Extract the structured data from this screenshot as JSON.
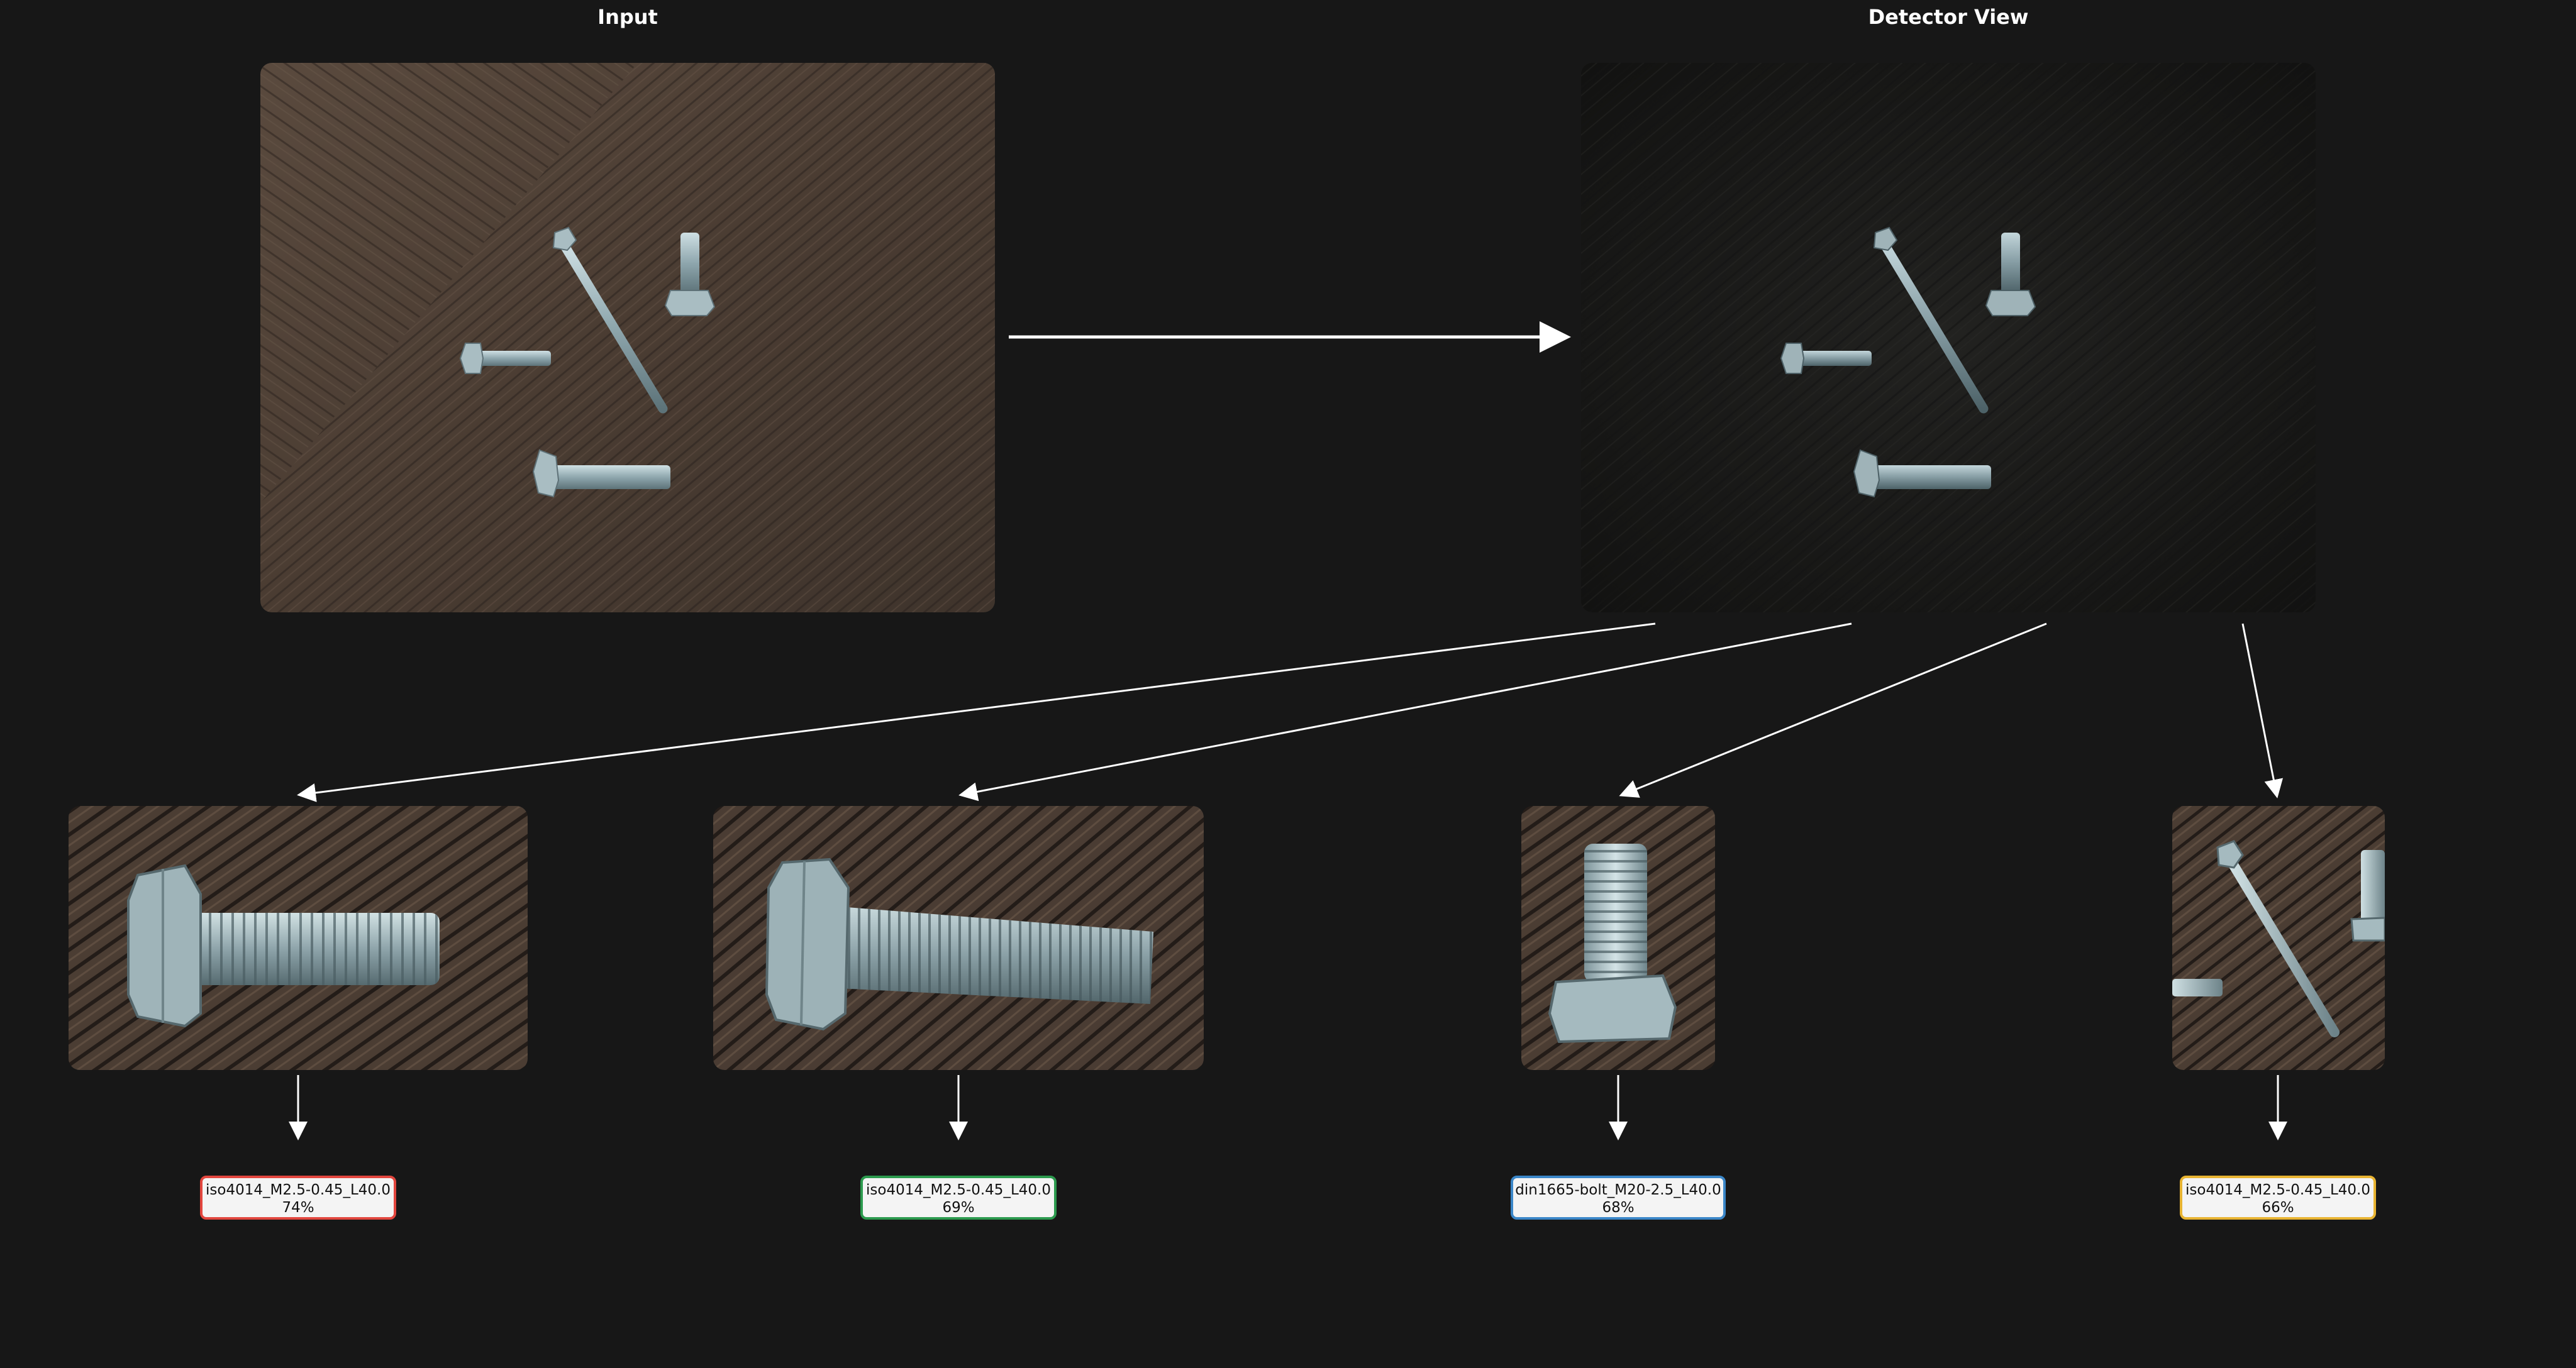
{
  "headings": {
    "input": "Input",
    "detector": "Detector View"
  },
  "results": [
    {
      "label": "iso4014_M2.5-0.45_L40.0",
      "confidence": "74%",
      "color": "#e2463e"
    },
    {
      "label": "iso4014_M2.5-0.45_L40.0",
      "confidence": "69%",
      "color": "#2c9a4e"
    },
    {
      "label": "din1665-bolt_M20-2.5_L40.0",
      "confidence": "68%",
      "color": "#3a86c8"
    },
    {
      "label": "iso4014_M2.5-0.45_L40.0",
      "confidence": "66%",
      "color": "#e8b432"
    }
  ],
  "colors": {
    "background": "#171717",
    "arrow": "#ffffff",
    "wood": "#4a3d33",
    "bolt": "#9db4bb"
  }
}
